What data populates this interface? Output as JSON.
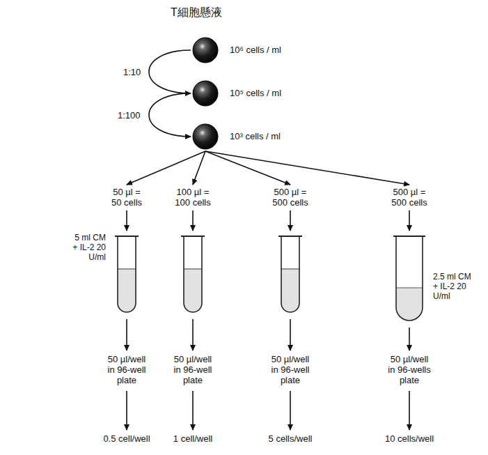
{
  "diagram": {
    "title": "T細胞懸液",
    "nodes": [
      {
        "text": [
          "10⁶ cells / ml"
        ]
      },
      {
        "text": [
          "10⁵ cells / ml"
        ]
      },
      {
        "text": [
          "10³ cells / ml"
        ]
      },
      {
        "text": [
          "50 µl = 50 cells",
          "5 ml CM + IL-2 20 U/ml"
        ]
      },
      {
        "text": [
          "100 µl = 100 cells"
        ]
      },
      {
        "text": [
          "500 µl = 500 cells"
        ]
      },
      {
        "text": [
          "500 µl = 500 cells",
          "2.5 ml CM + IL-2 20 U/ml"
        ]
      }
    ],
    "edges": [
      {
        "from": 0,
        "to": 1,
        "arrow": "to",
        "label": "1:10"
      },
      {
        "from": 1,
        "to": 2,
        "arrow": "to",
        "label": "1:100"
      },
      {
        "from": 2,
        "to": 3,
        "arrow": "to"
      },
      {
        "from": 2,
        "to": 4,
        "arrow": "to"
      },
      {
        "from": 2,
        "to": 5,
        "arrow": "to"
      },
      {
        "from": 2,
        "to": 6,
        "arrow": "to"
      }
    ],
    "labels": [
      "50 µl/well in 96-well plate",
      "50 µl/well in 96-well plate",
      "50 µl/well in 96-well plate",
      "50 µl/well in 96-wells plate",
      "0.5 cell/well",
      "1 cell/well",
      "5 cells/well",
      "10 cells/well"
    ]
  }
}
